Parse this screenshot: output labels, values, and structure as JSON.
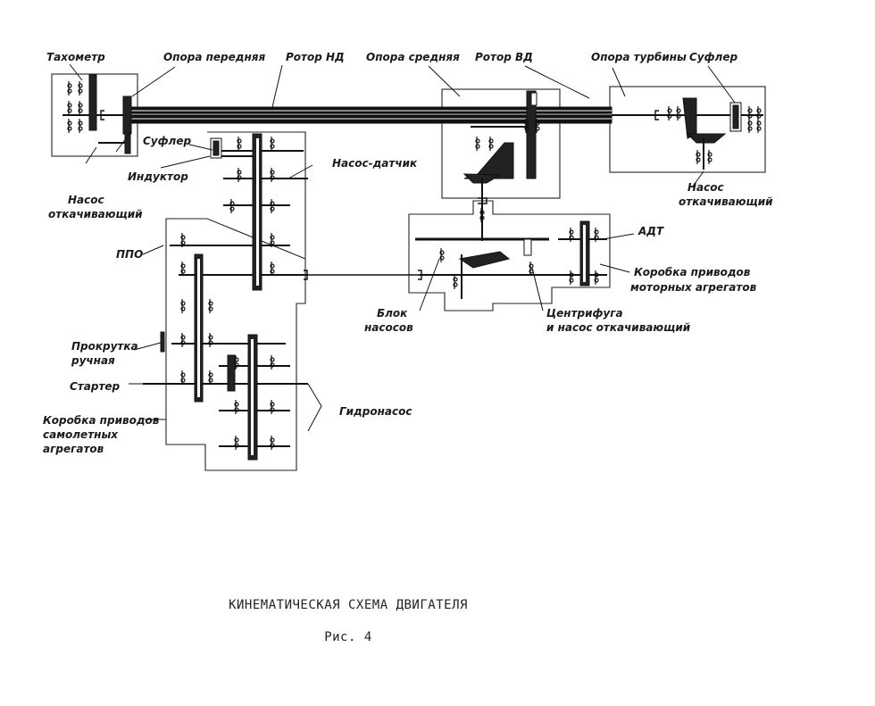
{
  "labels": {
    "tachometer": "Тахометр",
    "front_support": "Опора передняя",
    "rotor_nd": "Ротор НД",
    "middle_support": "Опора средняя",
    "rotor_vd": "Ротор ВД",
    "turbine_support": "Опора турбины",
    "breather_right": "Суфлер",
    "breather_left": "Суфлер",
    "inductor": "Индуктор",
    "pump_scavenge_left_1": "Насос",
    "pump_scavenge_left_2": "откачивающий",
    "pump_sensor": "Насос-датчик",
    "pump_scavenge_right_1": "Насос",
    "pump_scavenge_right_2": "откачивающий",
    "ppo": "ППО",
    "adt": "АДТ",
    "motor_gearbox_1": "Коробка приводов",
    "motor_gearbox_2": "моторных агрегатов",
    "pump_block_1": "Блок",
    "pump_block_2": "насосов",
    "centrifuge_1": "Центрифуга",
    "centrifuge_2": "и насос откачивающий",
    "manual_crank_1": "Прокрутка",
    "manual_crank_2": "ручная",
    "starter": "Стартер",
    "hydropump": "Гидронасос",
    "aircraft_gearbox_1": "Коробка приводов",
    "aircraft_gearbox_2": "самолетных",
    "aircraft_gearbox_3": "агрегатов"
  },
  "caption": {
    "title": "КИНЕМАТИЧЕСКАЯ СХЕМА ДВИГАТЕЛЯ",
    "figure": "Рис. 4"
  }
}
